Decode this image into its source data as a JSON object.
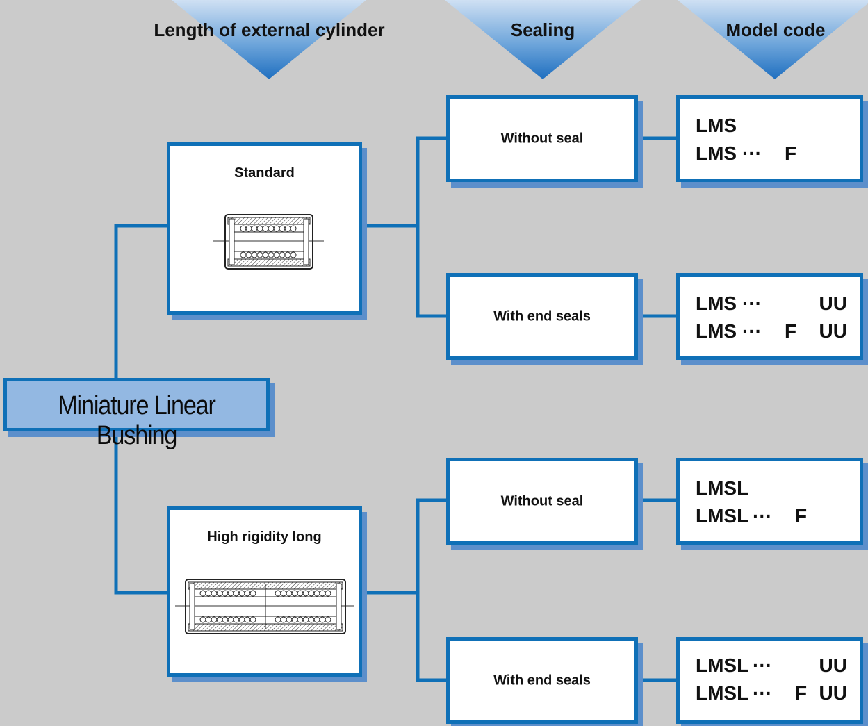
{
  "headers": {
    "length": "Length of external cylinder",
    "sealing": "Sealing",
    "model_code": "Model code"
  },
  "root": "Miniature Linear Bushing",
  "types": [
    {
      "label": "Standard"
    },
    {
      "label": "High rigidity long"
    }
  ],
  "sealing": [
    {
      "label": "Without seal"
    },
    {
      "label": "With end seals"
    },
    {
      "label": "Without seal"
    },
    {
      "label": "With end seals"
    }
  ],
  "codes": [
    {
      "line1": {
        "base": "LMS",
        "dots": "",
        "f": "",
        "uu": ""
      },
      "line2": {
        "base": "LMS",
        "dots": "···",
        "f": "F",
        "uu": ""
      }
    },
    {
      "line1": {
        "base": "LMS",
        "dots": "···",
        "f": "",
        "uu": "UU"
      },
      "line2": {
        "base": "LMS",
        "dots": "···",
        "f": "F",
        "uu": "UU"
      }
    },
    {
      "line1": {
        "base": "LMSL",
        "dots": "",
        "f": "",
        "uu": ""
      },
      "line2": {
        "base": "LMSL",
        "dots": "···",
        "f": "F",
        "uu": ""
      }
    },
    {
      "line1": {
        "base": "LMSL",
        "dots": "···",
        "f": "",
        "uu": "UU"
      },
      "line2": {
        "base": "LMSL",
        "dots": "···",
        "f": "F",
        "uu": "UU"
      }
    }
  ],
  "colors": {
    "background": "#cbcbcb",
    "border_blue": "#0f70b7",
    "shadow_blue": "#5c8fcb",
    "root_fill": "#93b8e2"
  }
}
